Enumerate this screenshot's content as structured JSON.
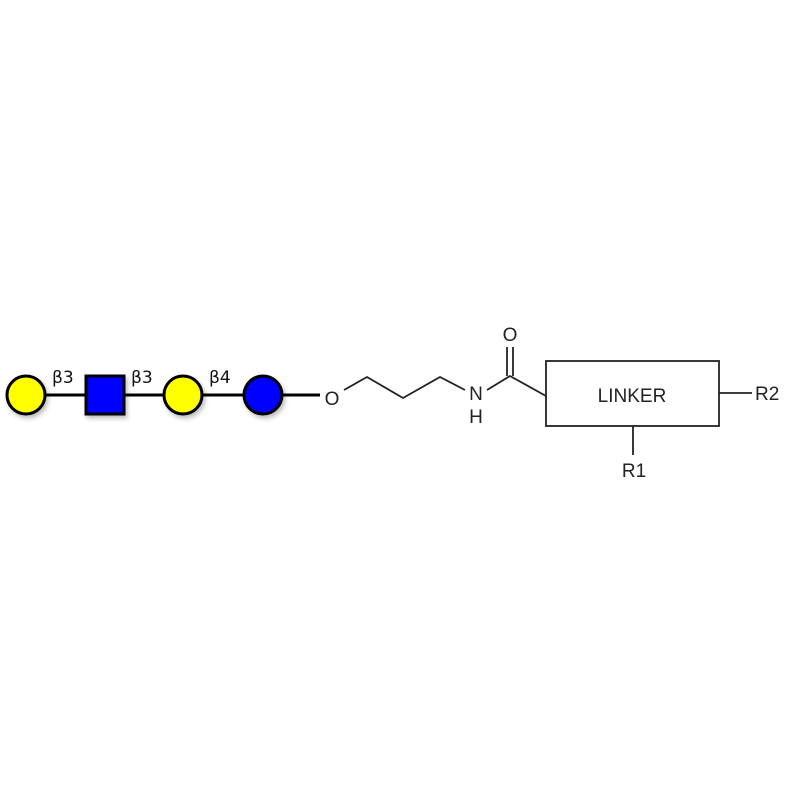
{
  "glycan": {
    "residues": [
      {
        "shape": "circle",
        "color": "#FFFF00"
      },
      {
        "shape": "square",
        "color": "#0000FF"
      },
      {
        "shape": "circle",
        "color": "#FFFF00"
      },
      {
        "shape": "circle",
        "color": "#0000FF"
      }
    ],
    "linkages": [
      "β3",
      "β3",
      "β4"
    ]
  },
  "spacer": {
    "oxygen": "O",
    "nitrogen": "N",
    "hydrogen": "H",
    "carbonyl_oxygen": "O"
  },
  "linker": {
    "label": "LINKER",
    "r1": "R1",
    "r2": "R2"
  }
}
